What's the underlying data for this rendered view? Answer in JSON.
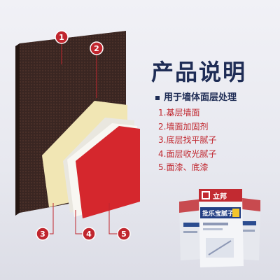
{
  "header": {
    "title": "产品说明",
    "subtitle": "用于墙体面层处理"
  },
  "layers": [
    {
      "number": "1",
      "label": "1.基层墙面"
    },
    {
      "number": "2",
      "label": "2.墙面加固剂"
    },
    {
      "number": "3",
      "label": "3.底层找平腻子"
    },
    {
      "number": "4",
      "label": "4.面层收光腻子"
    },
    {
      "number": "5",
      "label": "5.面漆、底漆"
    }
  ],
  "product": {
    "brand": "立邦",
    "name": "批乐宝腻子"
  },
  "colors": {
    "title": "#1e2c55",
    "accent_red": "#c0262e",
    "wall_brown": "#3a2622",
    "reinforcer_cream": "#f1e6b4",
    "putty_white": "#f6f5ef",
    "paint_red": "#d5272d"
  }
}
